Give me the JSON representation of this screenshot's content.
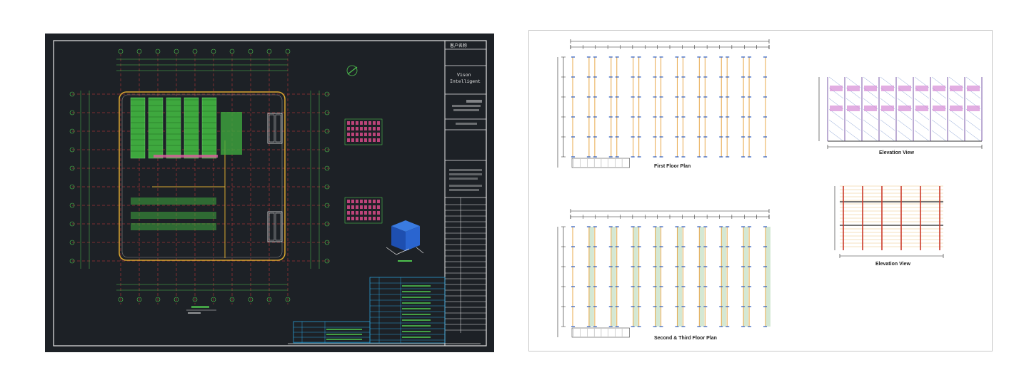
{
  "cad_drawing": {
    "title_block_header": "客户名称",
    "company_line1": "Vison",
    "company_line2": "Intelligent",
    "colors": {
      "background": "#1d2126",
      "frame": "#e6e6e6",
      "grid": "#4ec24e",
      "axis": "#d93a3a",
      "rack_fill": "#3ea83e",
      "wall": "#d9a630",
      "table": "#2a9fd6",
      "accent": "#4aa3ff"
    }
  },
  "layout_sheet": {
    "views": {
      "first_floor": "First Floor Plan",
      "second_third_floor": "Second & Third Floor Plan",
      "elevation_top": "Elevation View",
      "elevation_bottom": "Elevation View"
    },
    "colors": {
      "upright": "#e8a84a",
      "beam": "#2a5bbf",
      "upright_red": "#cc3a2a",
      "mesh": "#b8d8b8",
      "frame_purple": "#7a5aa8",
      "frame_pink": "#d68ad6",
      "dimension": "#222222"
    }
  }
}
